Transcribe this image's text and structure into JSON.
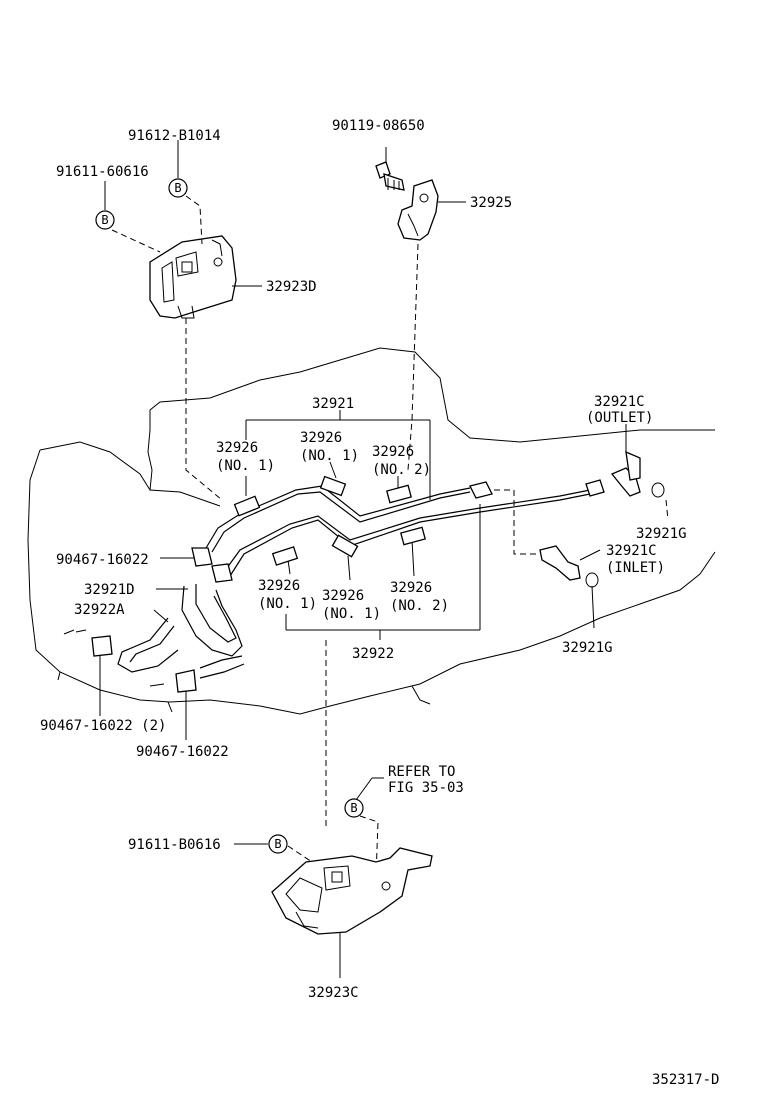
{
  "labels": {
    "p91612": "91612-B1014",
    "p91611a": "91611-60616",
    "p90119": "90119-08650",
    "p32925": "32925",
    "p32923d": "32923D",
    "p32921": "32921",
    "p32926a": "32926",
    "p32926a_sub": "(NO. 1)",
    "p32926b": "32926",
    "p32926b_sub": "(NO. 1)",
    "p32926c": "32926",
    "p32926c_sub": "(NO. 2)",
    "p32921c_out": "32921C",
    "p32921c_out_sub": "(OUTLET)",
    "p32921g_a": "32921G",
    "p32921c_in": "32921C",
    "p32921c_in_sub": "(INLET)",
    "p32921g_b": "32921G",
    "p90467a": "90467-16022",
    "p32921d": "32921D",
    "p32922a": "32922A",
    "p32926d": "32926",
    "p32926d_sub": "(NO. 1)",
    "p32926e": "32926",
    "p32926e_sub": "(NO. 1)",
    "p32926f": "32926",
    "p32926f_sub": "(NO. 2)",
    "p32922": "32922",
    "p90467b": "90467-16022 (2)",
    "p90467c": "90467-16022",
    "refer_line1": "REFER TO",
    "refer_line2": "FIG 35-03",
    "p91611b": "91611-B0616",
    "p32923c": "32923C",
    "fig_code": "352317-D"
  },
  "callout_letter": "B"
}
